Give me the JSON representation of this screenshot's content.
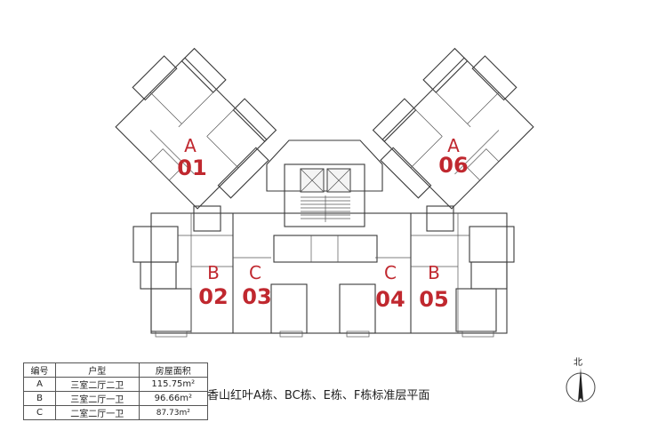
{
  "units": [
    {
      "type": "A",
      "number": "01"
    },
    {
      "type": "B",
      "number": "02"
    },
    {
      "type": "C",
      "number": "03"
    },
    {
      "type": "C",
      "number": "04"
    },
    {
      "type": "B",
      "number": "05"
    },
    {
      "type": "A",
      "number": "06"
    }
  ],
  "legend": {
    "headers": [
      "编号",
      "户型",
      "房屋面积"
    ],
    "rows": [
      {
        "code": "A",
        "layout": "三室二厅二卫",
        "area": "115.75m²"
      },
      {
        "code": "B",
        "layout": "三室二厅一卫",
        "area": "96.66m²"
      },
      {
        "code": "C",
        "layout": "二室二厅一卫",
        "area": "87.73m²"
      }
    ]
  },
  "caption": "香山红叶A栋、BC栋、E栋、F栋标准层平面",
  "north_label": "北",
  "colors": {
    "label_red": "#c0282f",
    "line": "#3a3a3a"
  }
}
